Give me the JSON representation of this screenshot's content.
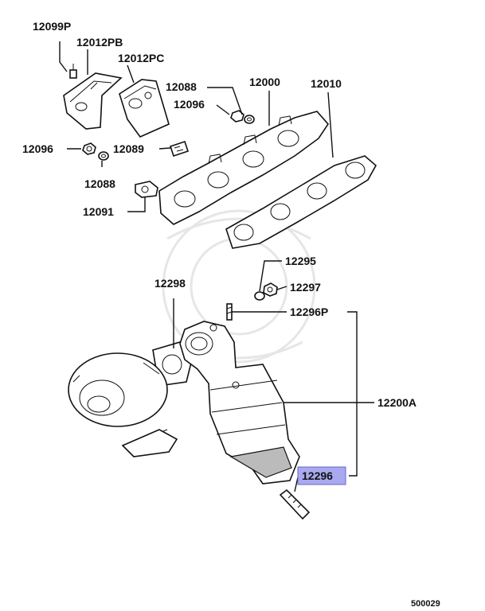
{
  "diagram": {
    "labels": {
      "p12099P": "12099P",
      "p12012PB": "12012PB",
      "p12012PC": "12012PC",
      "p12088_top": "12088",
      "p12000": "12000",
      "p12010": "12010",
      "p12096_top": "12096",
      "p12096_left": "12096",
      "p12089": "12089",
      "p12088_left": "12088",
      "p12091": "12091",
      "p12295": "12295",
      "p12297": "12297",
      "p12298": "12298",
      "p12296P": "12296P",
      "p12200A": "12200A",
      "p12296": "12296"
    },
    "highlighted_part": "12296",
    "highlight_color": "#a9a9f0",
    "figure_code": "500029"
  }
}
